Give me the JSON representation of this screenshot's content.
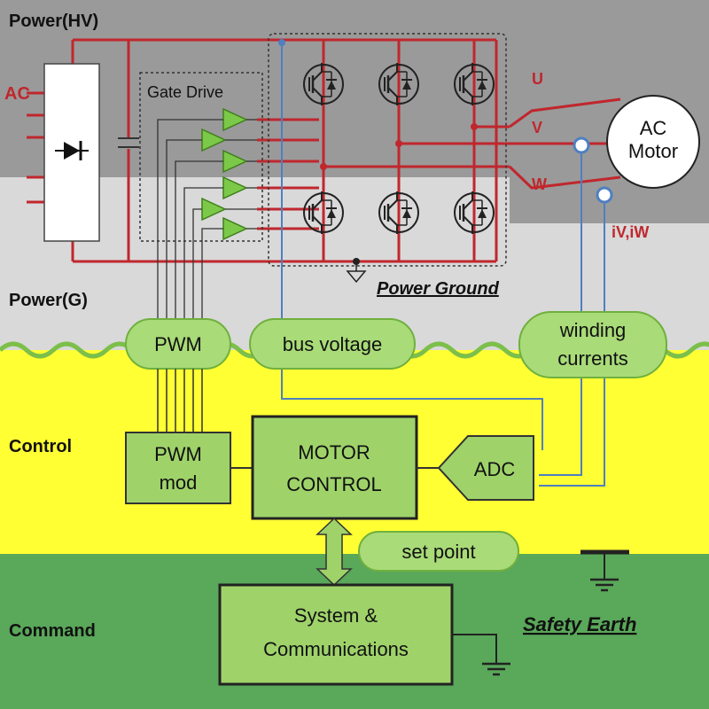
{
  "zones": {
    "power_hv": "Power(HV)",
    "power_g": "Power(G)",
    "control": "Control",
    "command": "Command"
  },
  "labels": {
    "ac_input": "AC",
    "gate_drive": "Gate Drive",
    "phase_u": "U",
    "phase_v": "V",
    "phase_w": "W",
    "motor_line1": "AC",
    "motor_line2": "Motor",
    "current_sense": "iV,iW",
    "power_ground": "Power Ground",
    "safety_earth": "Safety Earth"
  },
  "bubbles": {
    "pwm": "PWM",
    "bus_voltage": "bus voltage",
    "winding_line1": "winding",
    "winding_line2": "currents",
    "set_point": "set point"
  },
  "blocks": {
    "pwm_mod_line1": "PWM",
    "pwm_mod_line2": "mod",
    "motor_control_line1": "MOTOR",
    "motor_control_line2": "CONTROL",
    "adc": "ADC",
    "system_line1": "System &",
    "system_line2": "Communications"
  },
  "colors": {
    "hv_zone": "#9a9a9a",
    "g_zone": "#d9d9d9",
    "control_zone": "#ffff33",
    "command_zone": "#5aa85a",
    "block_fill": "#9fd36a",
    "bubble_fill": "#a9db78",
    "power_wire": "#c0272d",
    "signal_wire": "#4f7fc0"
  }
}
